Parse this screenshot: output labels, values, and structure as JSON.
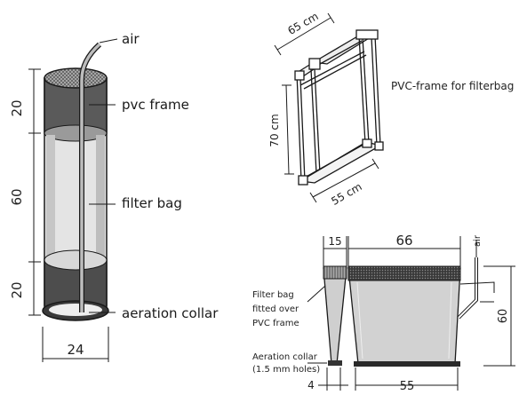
{
  "left_figure": {
    "labels": {
      "air": "air",
      "pvc_frame": "pvc frame",
      "filter_bag": "filter bag",
      "aeration_collar": "aeration collar"
    },
    "dimensions": {
      "top_section": "20",
      "middle_section": "60",
      "bottom_section": "20",
      "diameter": "24"
    }
  },
  "top_right_figure": {
    "title": "PVC-frame for filterbag",
    "dimensions": {
      "top_width": "65 cm",
      "height": "70 cm",
      "bottom_width": "55 cm"
    }
  },
  "bottom_right_figure": {
    "labels": {
      "filter_bag_fitted": [
        "Filter bag",
        "fitted over",
        "PVC frame"
      ],
      "aeration_collar": [
        "Aeration collar",
        "(1.5 mm holes)"
      ],
      "air": "air"
    },
    "dimensions": {
      "left_top": "15",
      "right_top": "66",
      "height": "60",
      "left_bottom": "4",
      "right_bottom": "55"
    }
  },
  "colors": {
    "ink": "#1a1a1a",
    "shade_dark": "#5a5a5a",
    "shade_mid": "#9a9a9a",
    "shade_light": "#d4d4d4",
    "background": "#ffffff"
  }
}
